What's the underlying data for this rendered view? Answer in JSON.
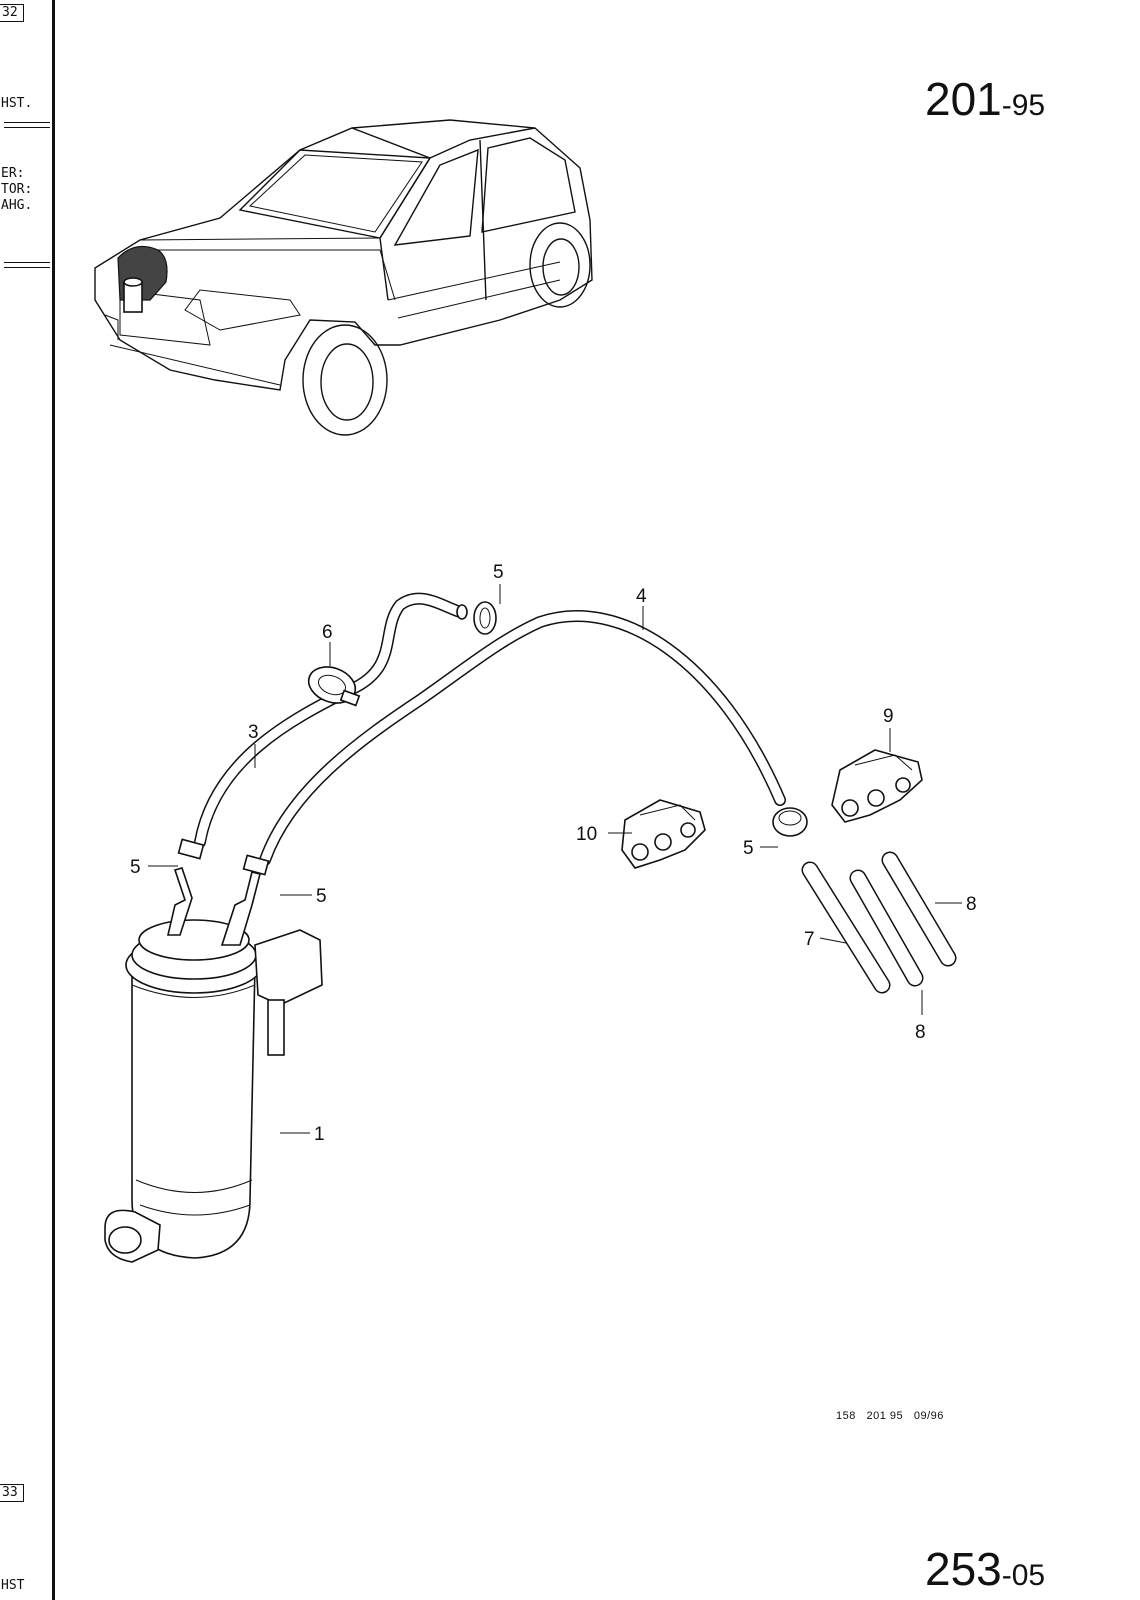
{
  "margin": {
    "top_box": "32",
    "top_label": "HST.",
    "header_lines": [
      "ER:",
      "TOR:",
      "AHG."
    ],
    "bottom_box": "33",
    "bottom_label": "HST"
  },
  "page_code": {
    "main": "201",
    "suffix": "-95"
  },
  "footer_code": {
    "main": "253",
    "suffix": "-05"
  },
  "footer_ref": "158   201 95   09/96",
  "callouts": {
    "c1": "1",
    "c3": "3",
    "c4": "4",
    "c5a": "5",
    "c5b": "5",
    "c5c": "5",
    "c5d": "5",
    "c6": "6",
    "c7": "7",
    "c8a": "8",
    "c8b": "8",
    "c9": "9",
    "c10": "10"
  }
}
